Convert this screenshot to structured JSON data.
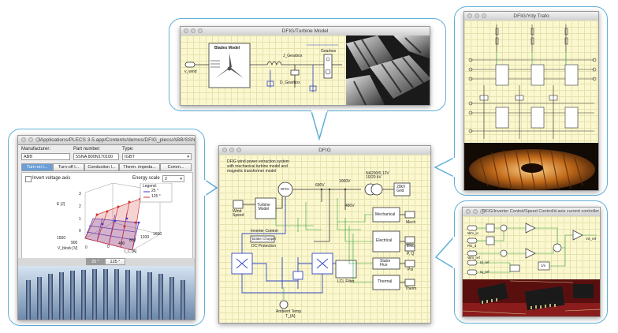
{
  "turbine": {
    "title": "DFIG/Turbine Model",
    "v_wind": "v_wind",
    "blades": "Blades Model",
    "j_gearbox": "J_Gearbox",
    "d_gearbox": "D_Gearbox",
    "gearbox": "Gearbox"
  },
  "trafo": {
    "title": "DFIG/Ydy Trafo"
  },
  "dfig": {
    "title": "DFIG",
    "desc_lines": [
      "DFIG wind power extraction system",
      "with mechanical turbine model and",
      "magnetic transformer model"
    ],
    "dfig_label": "DFIG",
    "turbine_model": "Turbine\nModel",
    "wind_speed": "Wind\nSpeed",
    "inverter_control": "Inverter Control",
    "brake_chopper": "Brake Chopper",
    "dc_protection": "DC Protection",
    "lcl_filter": "LCL Filter",
    "ambient": "Ambient Temp.",
    "ambient_val": "T_{A}",
    "trafo": "NA200/0,12V\n10/20 kV",
    "grid": "20kV\nGrid",
    "v690": "690V",
    "v1000": "1000V",
    "v480": "480V",
    "scopes": [
      "Mechanical",
      "Electrical",
      "Stator\nFlux",
      "Thermal"
    ],
    "scope_subs": [
      "Mech",
      "Elec",
      "P, Q",
      "Psi",
      "Therm"
    ]
  },
  "inverter": {
    "title": "DFIG/Inverter Control/Speed Control/d-axis current controller",
    "inputs": [
      "Wm_in",
      "Psi_d",
      "Wm_ref",
      "Id_ref",
      "Iq_ref"
    ],
    "out": "Vd_ref",
    "out2": "1/s"
  },
  "thermal": {
    "path": "/Applications/PLECS 3.5.app/Contents/demos/DFIG_plecs/ABB/SSNS_B...",
    "manufacturer_label": "Manufacturer:",
    "part_label": "Part number:",
    "type_label": "Type:",
    "manufacturer": "ABB",
    "part": "5SNA 800N170100",
    "type": "IGBT",
    "tabs": [
      "Turn-on l...",
      "Turn-off l...",
      "Conduction l...",
      "Therm. impeda...",
      "Comm..."
    ],
    "checkbox_label": "Invert voltage axis",
    "energy_scale_label": "Energy scale",
    "energy_scale": "2",
    "z_label": "E [J]",
    "x_label": "I_C [A]",
    "y_label": "V_block [V]",
    "z_ticks": [
      "3",
      "2",
      "1",
      "0"
    ],
    "x_ticks": [
      "0",
      "400",
      "800",
      "1200",
      "1600"
    ],
    "y_ticks": [
      "1500",
      "900",
      "0"
    ],
    "legend_title": "Legend:",
    "legend": [
      "25 °",
      "125 °"
    ],
    "buttons": [
      "25 °",
      "125 °"
    ]
  },
  "colors": {
    "callout": "#5fb0d8",
    "schem_bg": "#fbf8cf",
    "wire_green": "#2e9e3a",
    "wire_blue": "#3247c8",
    "surface_blue": "#3a3ad0",
    "surface_red": "#d03030"
  }
}
